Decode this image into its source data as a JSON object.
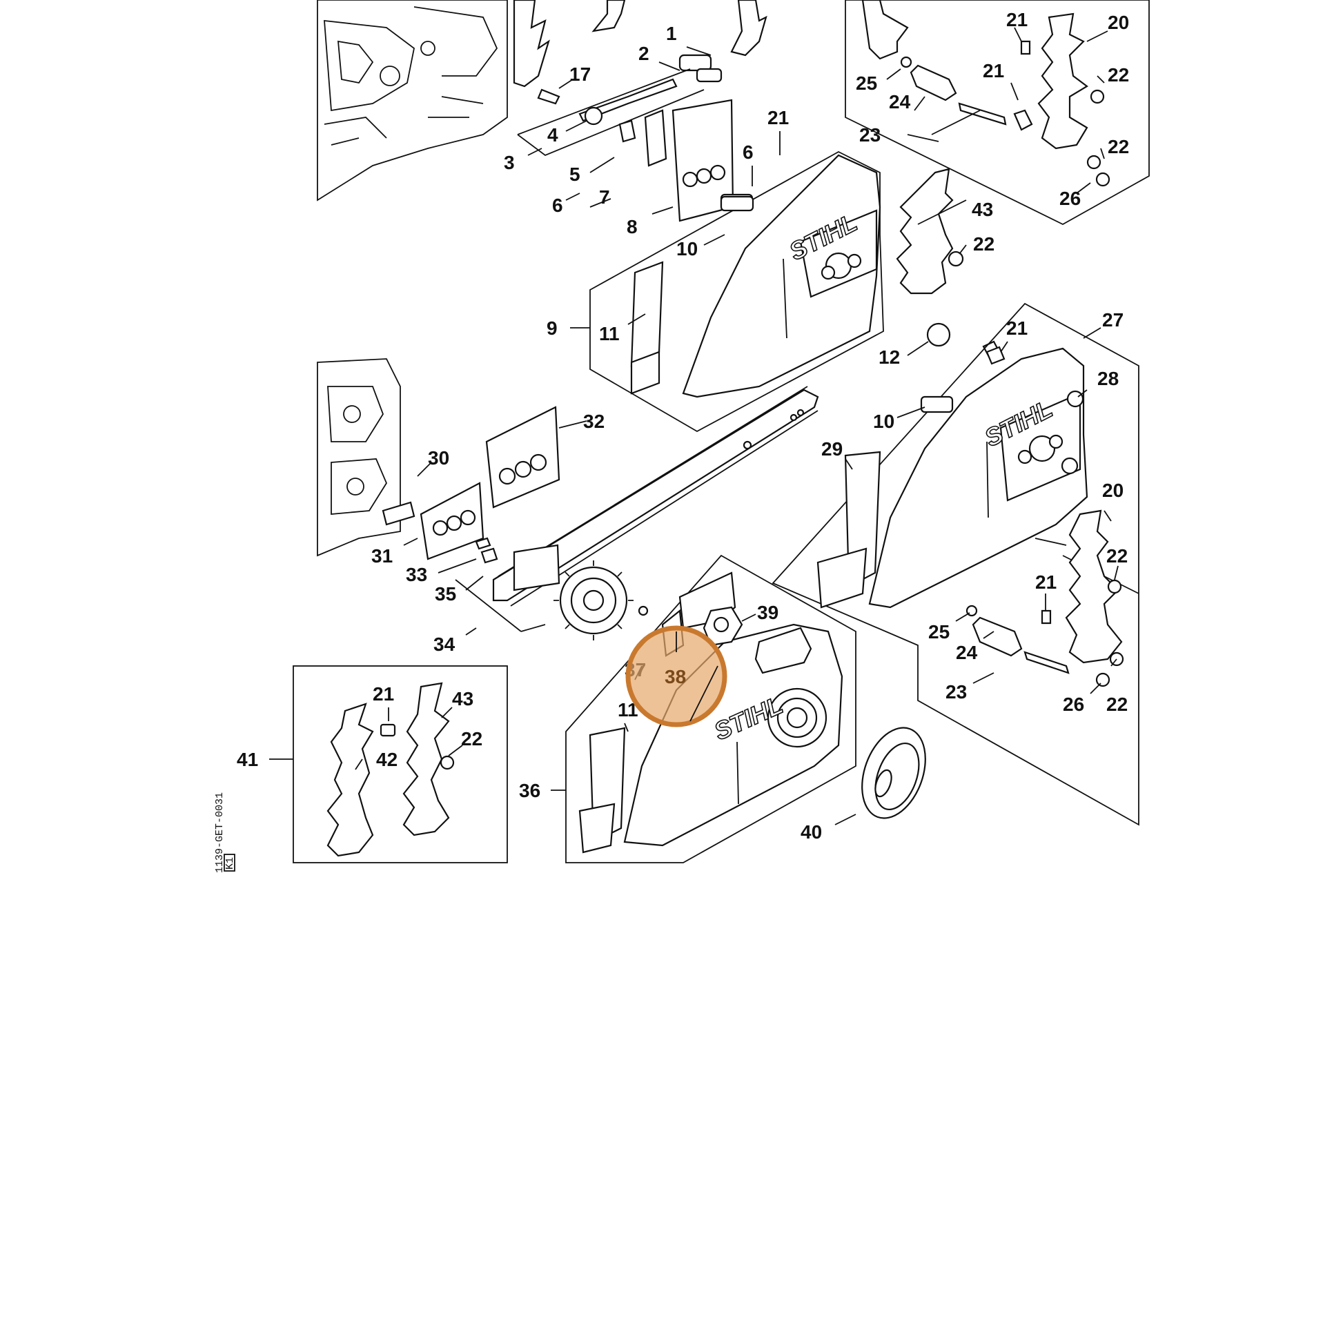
{
  "diagram": {
    "brand_text": "STIHL",
    "drawing_code": "1139-GET-0031",
    "drawing_code2": "K1",
    "highlight_color": "#e7a86b",
    "highlight_stroke": "#c9792e",
    "labels": [
      {
        "id": "l1",
        "text": "1"
      },
      {
        "id": "l2",
        "text": "2"
      },
      {
        "id": "l17",
        "text": "17"
      },
      {
        "id": "l4",
        "text": "4"
      },
      {
        "id": "l3",
        "text": "3"
      },
      {
        "id": "l5",
        "text": "5"
      },
      {
        "id": "l6a",
        "text": "6"
      },
      {
        "id": "l7a",
        "text": "7"
      },
      {
        "id": "l8",
        "text": "8"
      },
      {
        "id": "l21a",
        "text": "21"
      },
      {
        "id": "l6b",
        "text": "6"
      },
      {
        "id": "l10a",
        "text": "10"
      },
      {
        "id": "l9",
        "text": "9"
      },
      {
        "id": "l11a",
        "text": "11"
      },
      {
        "id": "l21b",
        "text": "21"
      },
      {
        "id": "l20a",
        "text": "20"
      },
      {
        "id": "l21c",
        "text": "21"
      },
      {
        "id": "l22a",
        "text": "22"
      },
      {
        "id": "l25a",
        "text": "25"
      },
      {
        "id": "l24a",
        "text": "24"
      },
      {
        "id": "l23a",
        "text": "23"
      },
      {
        "id": "l22b",
        "text": "22"
      },
      {
        "id": "l26a",
        "text": "26"
      },
      {
        "id": "l43a",
        "text": "43"
      },
      {
        "id": "l22c",
        "text": "22"
      },
      {
        "id": "l12",
        "text": "12"
      },
      {
        "id": "l21d",
        "text": "21"
      },
      {
        "id": "l27",
        "text": "27"
      },
      {
        "id": "l28",
        "text": "28"
      },
      {
        "id": "l10b",
        "text": "10"
      },
      {
        "id": "l29",
        "text": "29"
      },
      {
        "id": "l20b",
        "text": "20"
      },
      {
        "id": "l22d",
        "text": "22"
      },
      {
        "id": "l21e",
        "text": "21"
      },
      {
        "id": "l25b",
        "text": "25"
      },
      {
        "id": "l24b",
        "text": "24"
      },
      {
        "id": "l23b",
        "text": "23"
      },
      {
        "id": "l26b",
        "text": "26"
      },
      {
        "id": "l22e",
        "text": "22"
      },
      {
        "id": "l30",
        "text": "30"
      },
      {
        "id": "l32",
        "text": "32"
      },
      {
        "id": "l31",
        "text": "31"
      },
      {
        "id": "l33",
        "text": "33"
      },
      {
        "id": "l35",
        "text": "35"
      },
      {
        "id": "l34",
        "text": "34"
      },
      {
        "id": "l39",
        "text": "39"
      },
      {
        "id": "l37",
        "text": "37"
      },
      {
        "id": "l11b",
        "text": "11"
      },
      {
        "id": "l36",
        "text": "36"
      },
      {
        "id": "l40",
        "text": "40"
      },
      {
        "id": "l41",
        "text": "41"
      },
      {
        "id": "l21f",
        "text": "21"
      },
      {
        "id": "l43b",
        "text": "43"
      },
      {
        "id": "l42",
        "text": "42"
      },
      {
        "id": "l22f",
        "text": "22"
      }
    ],
    "highlight": {
      "text": "38"
    }
  }
}
